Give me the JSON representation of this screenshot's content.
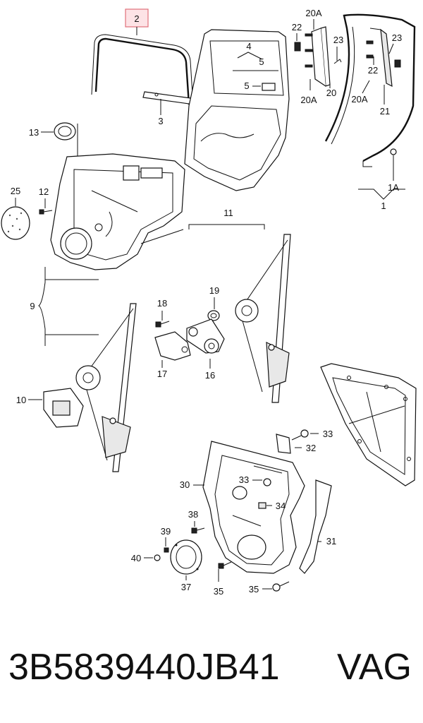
{
  "highlight_color": "#e0707a",
  "highlight_fill": "#fde3e6",
  "callouts": {
    "c2": "2",
    "c20A_top": "20A",
    "c22_left": "22",
    "c23_mid": "23",
    "c23_right": "23",
    "c22_right": "22",
    "c4": "4",
    "c5_a": "5",
    "c5_b": "5",
    "c20": "20",
    "c20A_bot": "20A",
    "c20A_right": "20A",
    "c21": "21",
    "c3": "3",
    "c13": "13",
    "c25": "25",
    "c12": "12",
    "c1A": "1A",
    "c1": "1",
    "c11": "11",
    "c9": "9",
    "c18": "18",
    "c19": "19",
    "c17": "17",
    "c16": "16",
    "c10": "10",
    "c33_top": "33",
    "c32": "32",
    "c30": "30",
    "c33_mid": "33",
    "c34": "34",
    "c38": "38",
    "c39": "39",
    "c40": "40",
    "c31": "31",
    "c37": "37",
    "c35_left": "35",
    "c35_right": "35"
  },
  "footer": {
    "part_number": "3B5839440JB41",
    "brand": "VAG"
  }
}
